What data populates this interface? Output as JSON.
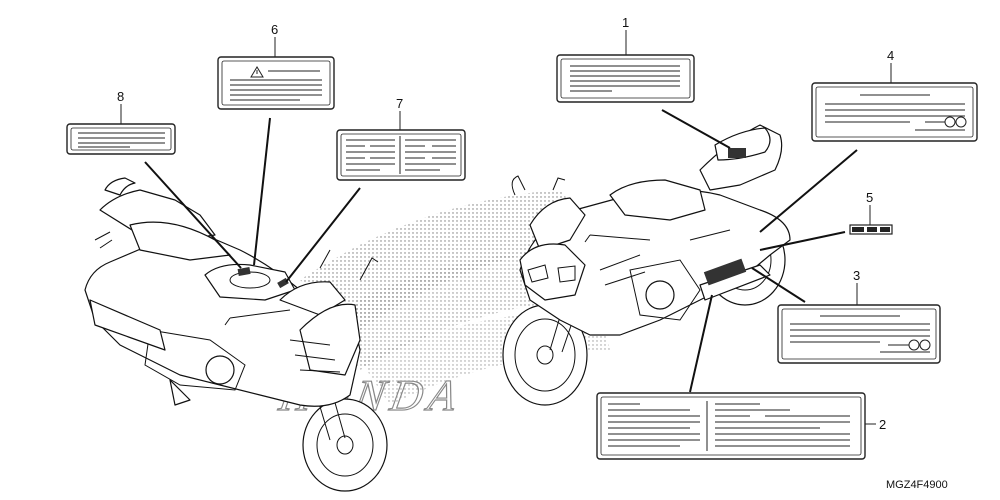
{
  "diagram": {
    "code": "MGZ4F4900",
    "callouts": [
      {
        "number": "1"
      },
      {
        "number": "2"
      },
      {
        "number": "3"
      },
      {
        "number": "4"
      },
      {
        "number": "5"
      },
      {
        "number": "6"
      },
      {
        "number": "7"
      },
      {
        "number": "8"
      }
    ],
    "watermark": "HONDA",
    "colors": {
      "ink": "#111111",
      "background": "#ffffff"
    }
  }
}
